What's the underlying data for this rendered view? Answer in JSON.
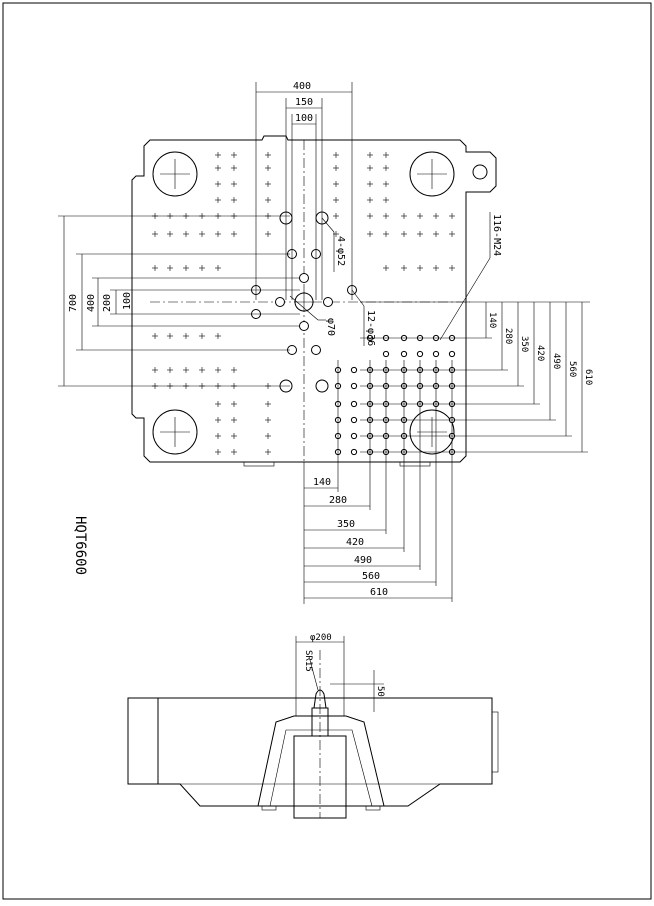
{
  "title": "HQT6600",
  "top_dims": {
    "d400": "400",
    "d150": "150",
    "d100": "100"
  },
  "left_dims": {
    "d700": "700",
    "d400": "400",
    "d200": "200",
    "d100": "100"
  },
  "right_dims": [
    "140",
    "280",
    "350",
    "420",
    "490",
    "560",
    "610"
  ],
  "bottom_dims": [
    "140",
    "280",
    "350",
    "420",
    "490",
    "560",
    "610"
  ],
  "callouts": {
    "c4": "4-φ52",
    "c12": "12-φ36",
    "c70": "φ70",
    "cM": "116-M24"
  },
  "side": {
    "d200": "φ200",
    "sr": "SR15",
    "d50": "50"
  }
}
